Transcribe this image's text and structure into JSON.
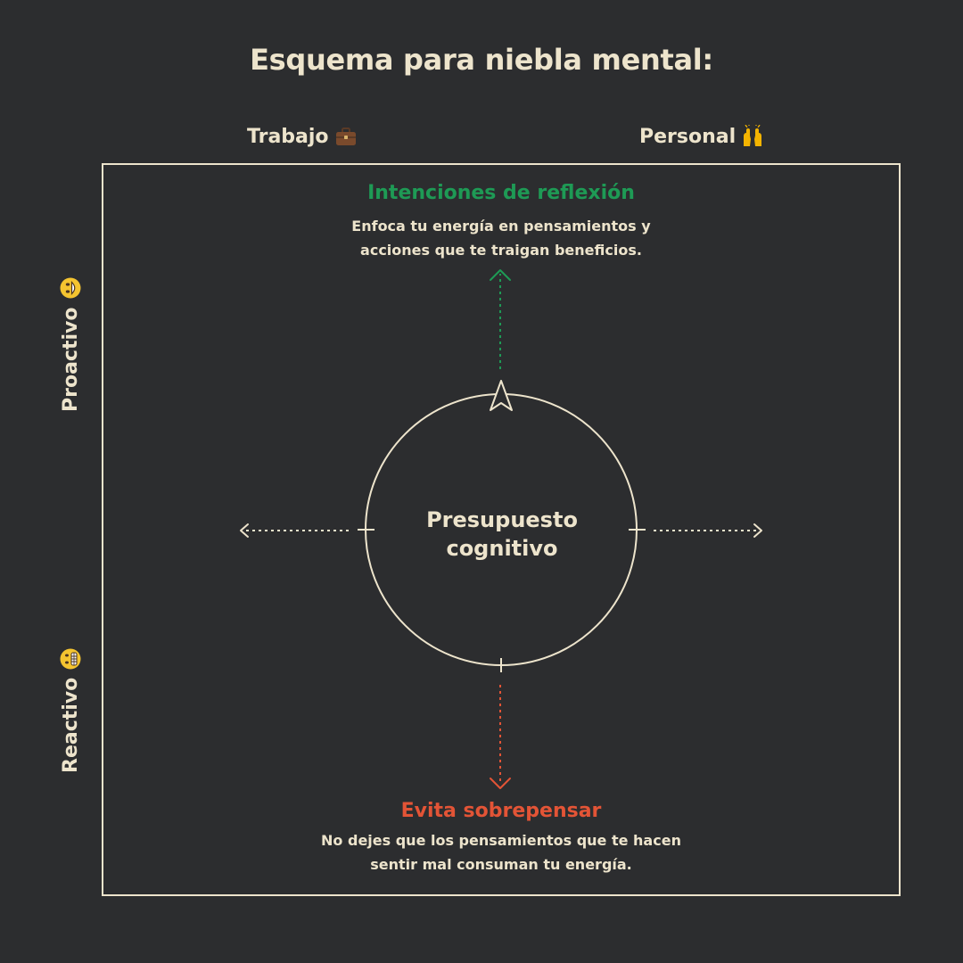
{
  "title": "Esquema para niebla mental:",
  "columns": {
    "work": {
      "label": "Trabajo",
      "icon": "briefcase-icon"
    },
    "personal": {
      "label": "Personal",
      "icon": "raising-hands-icon"
    }
  },
  "rows": {
    "proactive": {
      "label": "Proactivo",
      "icon": "grinning-face-icon"
    },
    "reactive": {
      "label": "Reactivo",
      "icon": "grimacing-face-icon"
    }
  },
  "center": {
    "line1": "Presupuesto",
    "line2": "cognitivo"
  },
  "top": {
    "heading": "Intenciones de reflexión",
    "line1": "Enfoca tu energía en pensamientos y",
    "line2": "acciones que te traigan beneficios.",
    "color": "#1e9a55"
  },
  "bottom": {
    "heading": "Evita sobrepensar",
    "line1": "No dejes que los pensamientos que te hacen",
    "line2": "sentir mal consuman tu energía.",
    "color": "#e35436"
  },
  "colors": {
    "background": "#2c2d2f",
    "foreground": "#ede4cc"
  }
}
